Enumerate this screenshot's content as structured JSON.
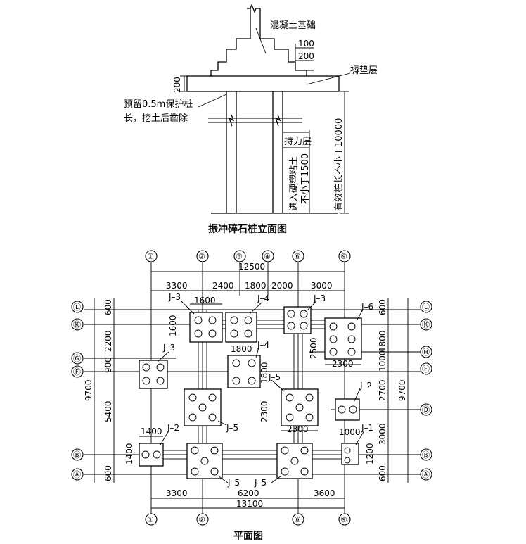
{
  "elevation": {
    "title": "振冲碎石桩立面图",
    "label_concrete": "混凝土基础",
    "label_cushion": "褥垫层",
    "label_reserve_1": "预留0.5m保护桩",
    "label_reserve_2": "长，挖土后凿除",
    "label_bearing_1": "持力层",
    "label_bearing_2": "进入硬塑粘土",
    "label_bearing_3": "不小于1500",
    "label_effective": "有效桩长不小于10000",
    "dim_100": "100",
    "dim_200_step": "200",
    "dim_200_cushion": "200"
  },
  "plan": {
    "title": "平面图",
    "axes_top": [
      "①",
      "②",
      "③",
      "④",
      "⑥",
      "⑨"
    ],
    "axes_bottom": [
      "①",
      "②",
      "⑥",
      "⑨"
    ],
    "axes_left": [
      "Ⓛ",
      "Ⓚ",
      "Ⓖ",
      "Ⓕ",
      "Ⓑ",
      "Ⓐ"
    ],
    "axes_right": [
      "Ⓛ",
      "Ⓚ",
      "Ⓗ",
      "Ⓕ",
      "Ⓓ",
      "Ⓑ",
      "Ⓐ"
    ],
    "dim_top_total": "12500",
    "dim_top_segments": [
      "3300",
      "2400",
      "1800",
      "2000",
      "3000"
    ],
    "dim_bottom_total": "13100",
    "dim_bottom_segments": [
      "3300",
      "6200",
      "3600"
    ],
    "dim_left_total": "9700",
    "dim_left_segments": [
      "600",
      "2200",
      "900",
      "5400",
      "600"
    ],
    "dim_right_total": "9700",
    "dim_right_segments": [
      "600",
      "1800",
      "1000",
      "2700",
      "3000",
      "600"
    ],
    "foundations": [
      "J–3",
      "J–4",
      "J–3",
      "J–6",
      "J–3",
      "J–4",
      "J–5",
      "J–2",
      "J–5",
      "J–2",
      "J–1",
      "J–5",
      "J–5"
    ],
    "dim_j3_w": "1600",
    "dim_j3_h": "1600",
    "dim_j4_w": "1800",
    "dim_j4_h": "1800",
    "dim_j5_w": "2300",
    "dim_j5_h": "2300",
    "dim_j6_w": "2300",
    "dim_j6_h": "2500",
    "dim_j2_w": "1400",
    "dim_j2_h": "1400",
    "dim_j1_w": "1000",
    "dim_j1_h": "1200"
  }
}
